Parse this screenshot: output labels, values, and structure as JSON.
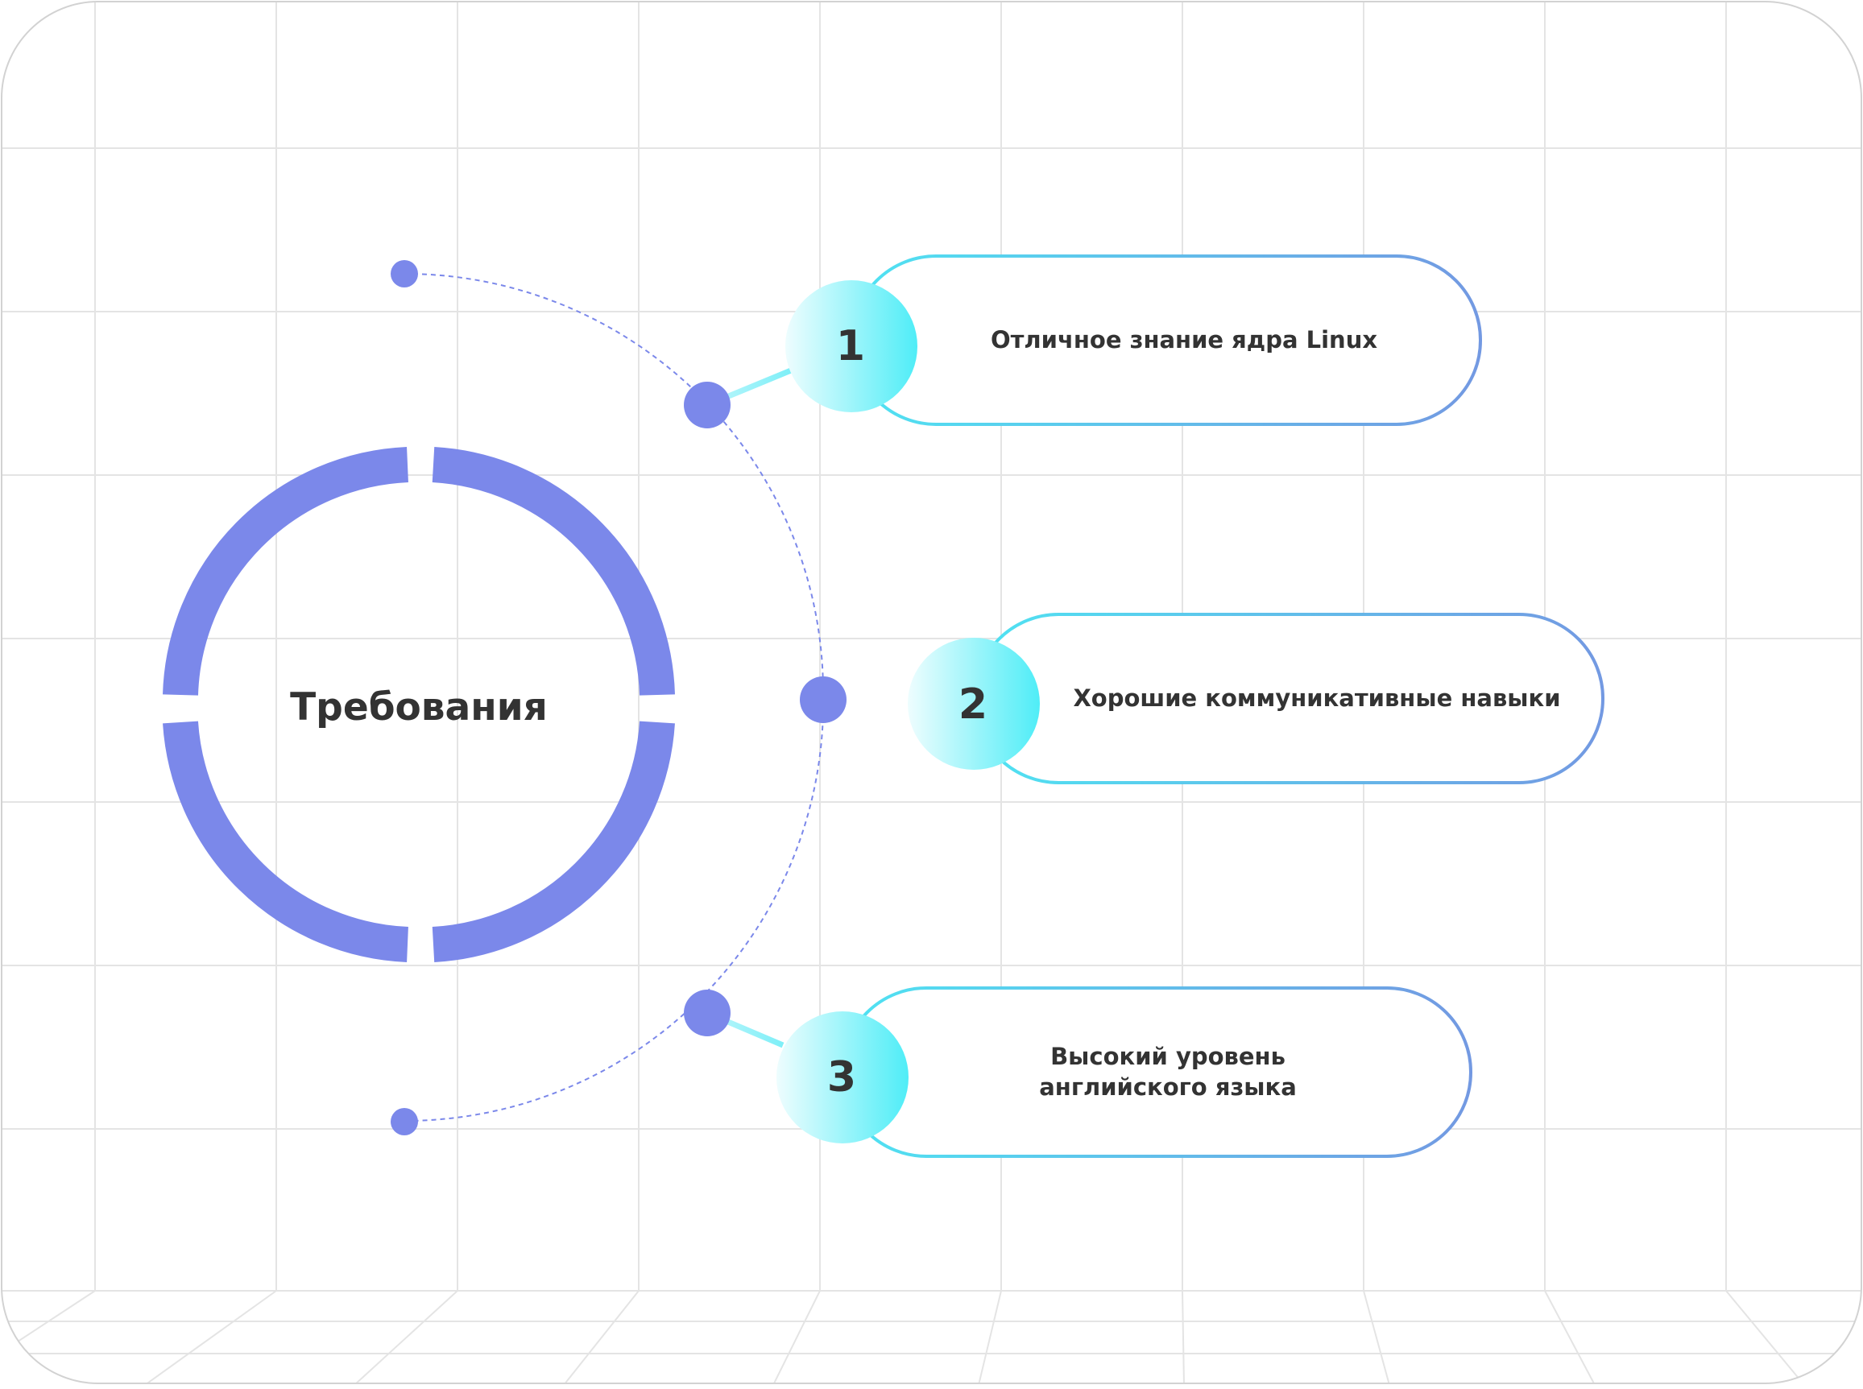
{
  "hub": {
    "title": "Требования"
  },
  "items": [
    {
      "number": "1",
      "text": "Отличное знание ядра Linux"
    },
    {
      "number": "2",
      "text": "Хорошие коммуникативные навыки"
    },
    {
      "number": "3",
      "text": "Высокий уровень\nанглийского языка"
    }
  ],
  "colors": {
    "accent_purple": "#7b88ea",
    "accent_cyan": "#4fe3f2",
    "pill_gradient_end": "#7399e2",
    "grid_line": "#e4e4e4",
    "text": "#333333"
  }
}
